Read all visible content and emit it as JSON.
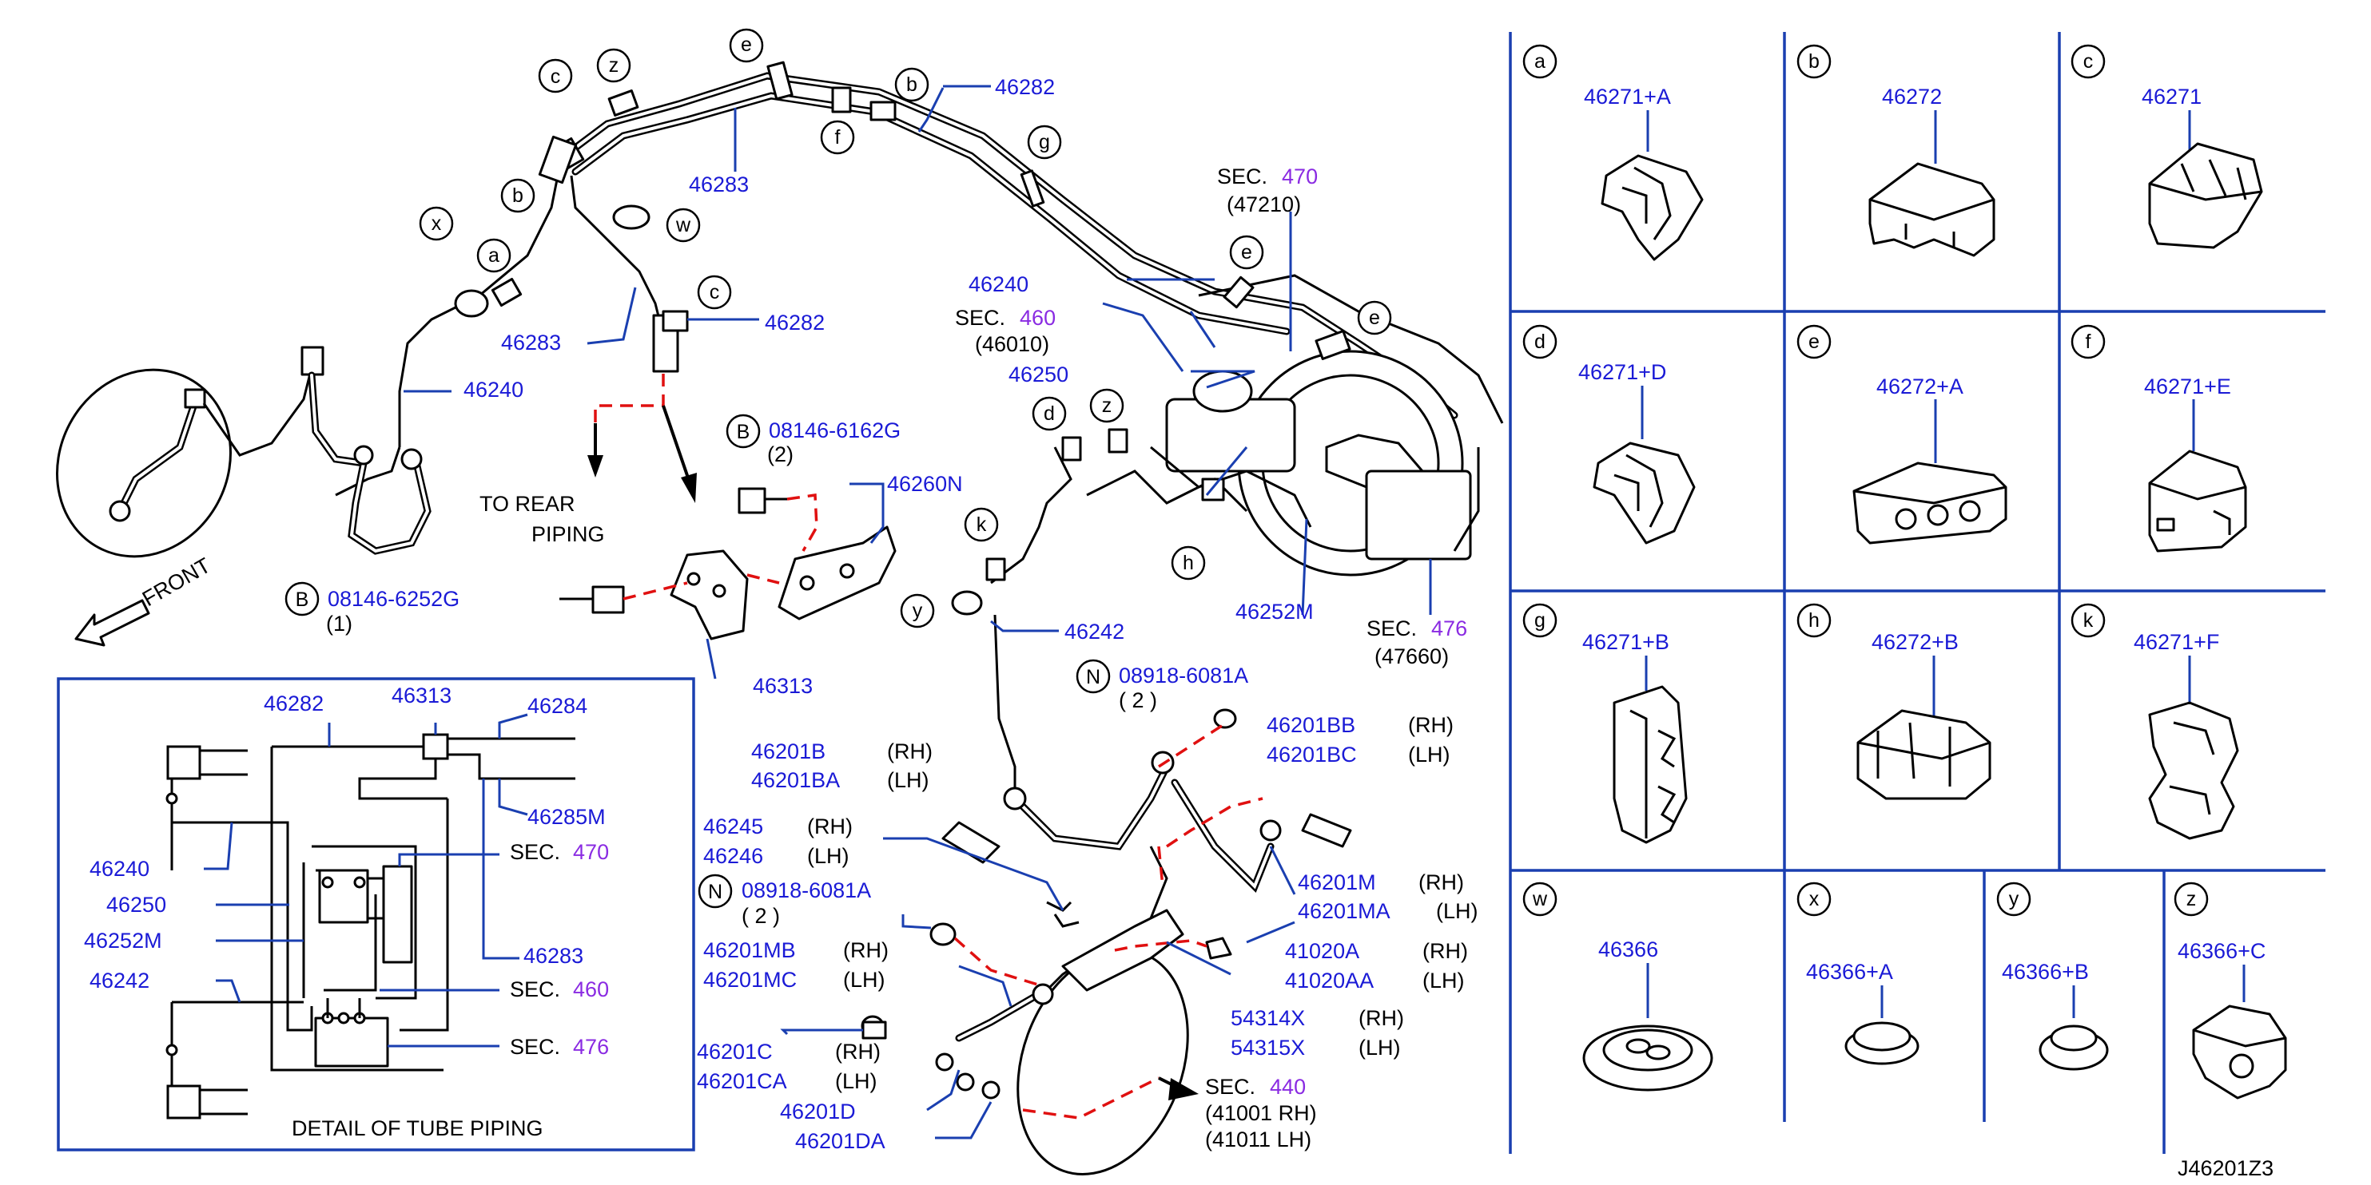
{
  "main": {
    "callouts": {
      "c1": "c",
      "z1": "z",
      "e1": "e",
      "b1": "b",
      "f1": "f",
      "g1": "g",
      "b2": "b",
      "x1": "x",
      "a1": "a",
      "w1": "w",
      "c2": "c",
      "e2": "e",
      "e3": "e",
      "d1": "d",
      "z2": "z",
      "h1": "h",
      "k1": "k",
      "y1": "y"
    },
    "bolt_callouts": {
      "b_upper": "B",
      "b_left": "B",
      "n_upper": "N",
      "n_lower": "N"
    },
    "parts": {
      "p46282_top": "46282",
      "p46283_top": "46283",
      "p46283_left": "46283",
      "p46282_mid": "46282",
      "p46240_left": "46240",
      "p46240_mid": "46240",
      "p46250": "46250",
      "p46260n": "46260N",
      "p46313": "46313",
      "p46242": "46242",
      "p46252m": "46252M",
      "bolt_08146_6162g": "08146-6162G",
      "qty_2_a": "(2)",
      "bolt_08146_6252g": "08146-6252G",
      "qty_1": "(1)",
      "nut_08918_6081a_upper": "08918-6081A",
      "qty_2_b": "( 2 )",
      "nut_08918_6081a_lower": "08918-6081A",
      "qty_2_c": "( 2 )",
      "p46201bb": "46201BB",
      "p46201bc": "46201BC",
      "p46201b": "46201B",
      "p46201ba": "46201BA",
      "p46245": "46245",
      "p46246": "46246",
      "p46201m": "46201M",
      "p46201ma": "46201MA",
      "p46201mb": "46201MB",
      "p46201mc": "46201MC",
      "p41020a": "41020A",
      "p41020aa": "41020AA",
      "p54314x": "54314X",
      "p54315x": "54315X",
      "p46201c": "46201C",
      "p46201ca": "46201CA",
      "p46201d": "46201D",
      "p46201da": "46201DA"
    },
    "sides": {
      "rh": "(RH)",
      "lh": "(LH)"
    },
    "sections": {
      "sec_label": "SEC.",
      "sec470_num": "470",
      "sec470_sub": "(47210)",
      "sec460_num": "460",
      "sec460_sub": "(46010)",
      "sec476_num": "476",
      "sec476_sub": "(47660)",
      "sec440_num": "440",
      "sec440_rh": "(41001  RH)",
      "sec440_lh": "(41011  LH)"
    },
    "notes": {
      "to_rear_1": "TO   REAR",
      "to_rear_2": "PIPING",
      "front": "FRONT"
    }
  },
  "detail": {
    "title": "DETAIL   OF   TUBE   PIPING",
    "labels": {
      "d46282": "46282",
      "d46313": "46313",
      "d46284": "46284",
      "d46285m": "46285M",
      "d46240": "46240",
      "d46250": "46250",
      "d46252m": "46252M",
      "d46283": "46283",
      "d46242": "46242"
    },
    "sec": "SEC.",
    "s470": "470",
    "s460": "460",
    "s476": "476"
  },
  "clips": [
    {
      "letter": "a",
      "part": "46271+A"
    },
    {
      "letter": "b",
      "part": "46272"
    },
    {
      "letter": "c",
      "part": "46271"
    },
    {
      "letter": "d",
      "part": "46271+D"
    },
    {
      "letter": "e",
      "part": "46272+A"
    },
    {
      "letter": "f",
      "part": "46271+E"
    },
    {
      "letter": "g",
      "part": "46271+B"
    },
    {
      "letter": "h",
      "part": "46272+B"
    },
    {
      "letter": "k",
      "part": "46271+F"
    },
    {
      "letter": "w",
      "part": "46366"
    },
    {
      "letter": "x",
      "part": "46366+A"
    },
    {
      "letter": "y",
      "part": "46366+B"
    },
    {
      "letter": "z",
      "part": "46366+C"
    }
  ],
  "diagram_code": "J46201Z3",
  "colors": {
    "part_number": "#1a1ad6",
    "section_number": "#8a2be2",
    "leader": "#1a3fb0",
    "dashed_guide": "#e01010"
  }
}
